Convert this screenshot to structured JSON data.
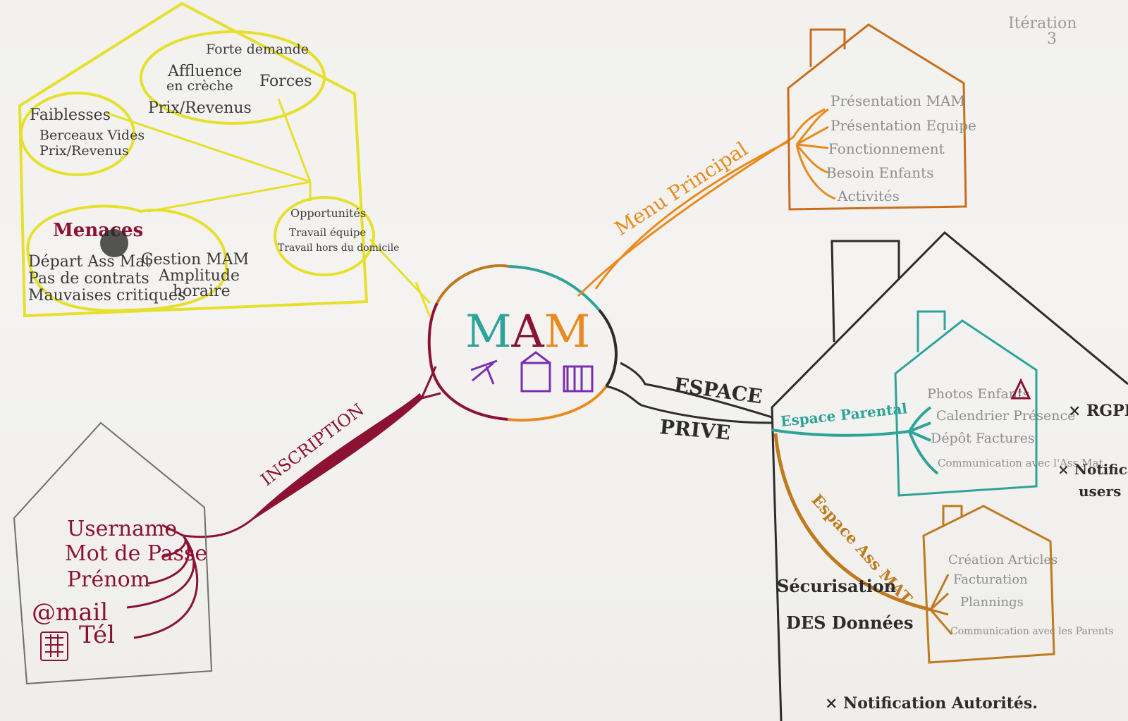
{
  "center": {
    "title": "MAM"
  },
  "iteration": {
    "label": "Itération",
    "number": "3"
  },
  "swot": {
    "forces": {
      "title": "Forces",
      "items": [
        "Forte demande",
        "Affluence en crèche",
        "Prix/Revenus"
      ]
    },
    "faiblesses": {
      "title": "Faiblesses",
      "items": [
        "Berceaux Vides",
        "Prix/Revenus"
      ]
    },
    "menaces": {
      "title": "Menaces",
      "items": [
        "Départ Ass Mat",
        "Pas de contrats",
        "Mauvaises critiques",
        "Gestion MAM",
        "Amplitude horaire"
      ]
    },
    "opportunites": {
      "title": "Opportunités",
      "items": [
        "Travail équipe",
        "Travail hors du domicile"
      ]
    }
  },
  "menu": {
    "branch_label": "Menu Principal",
    "items": [
      "Présentation MAM",
      "Présentation Equipe",
      "Fonctionnement",
      "Besoin Enfants",
      "Activités"
    ]
  },
  "inscription": {
    "branch_label": "INSCRIPTION",
    "items": [
      "Username",
      "Mot de Passe",
      "Prénom",
      "@mail",
      "Tél"
    ]
  },
  "espace_prive": {
    "label_line1": "ESPACE",
    "label_line2": "PRIVE",
    "parental": {
      "branch_label": "Espace Parental",
      "items": [
        "Photos Enfants",
        "Calendrier Présence",
        "Dépôt Factures",
        "Communication avec l'Ass Mat"
      ]
    },
    "assmat": {
      "branch_label": "Espace Ass MAT",
      "items": [
        "Création Articles",
        "Facturation",
        "Plannings",
        "Communication avec les Parents"
      ]
    },
    "securisation_line1": "Sécurisation",
    "securisation_line2": "DES Données",
    "rgpd": "× RGPD",
    "notif_users_line1": "× Notification",
    "notif_users_line2": "users",
    "notif_autorites": "× Notification Autorités."
  },
  "colors": {
    "swot": "#e6e02c",
    "menu": "#e88a1f",
    "inscription": "#8c1232",
    "prive": "#2d2b2c",
    "parental": "#2ea39a",
    "assmat": "#c07a1e",
    "center_violet": "#7a2fb0"
  }
}
